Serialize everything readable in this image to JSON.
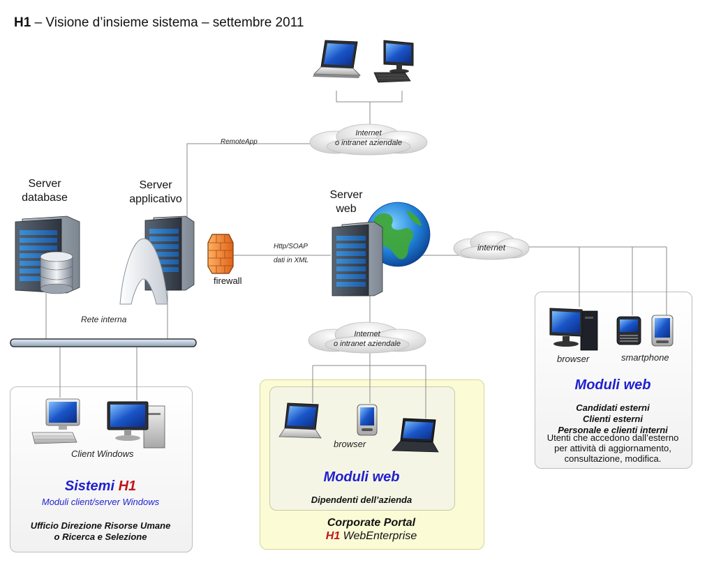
{
  "title": {
    "prefix": "H1",
    "rest": " – Visione d’insieme sistema – settembre 2011"
  },
  "servers": {
    "database": {
      "line1": "Server",
      "line2": "database"
    },
    "applicativo": {
      "line1": "Server",
      "line2": "applicativo"
    },
    "web": {
      "line1": "Server",
      "line2": "web"
    }
  },
  "labels": {
    "firewall": "firewall",
    "remoteapp": "RemoteApp",
    "http_soap": "Http/SOAP",
    "dati_xml": "dati in XML",
    "rete_interna": "Rete interna",
    "internet": "internet",
    "client_windows": "Client Windows",
    "browser_left": "browser",
    "browser_right": "browser",
    "smartphone": "smartphone"
  },
  "clouds": {
    "top": {
      "line1": "Internet",
      "line2": "o intranet aziendale"
    },
    "middle": {
      "line1": "Internet",
      "line2": "o intranet aziendale"
    }
  },
  "panels": {
    "sistemi": {
      "heading_a": "Sistemi ",
      "heading_b": "H1",
      "sub": "Moduli client/server Windows",
      "line1": "Ufficio Direzione Risorse Umane",
      "line2": "o Ricerca e Selezione"
    },
    "corporate": {
      "heading": "Moduli web",
      "sub": "Dipendenti dell’azienda",
      "portal_title": "Corporate Portal",
      "portal_a": "H1",
      "portal_b": " WebEnterprise"
    },
    "external": {
      "heading": "Moduli web",
      "b1": "Candidati esterni",
      "b2": "Clienti esterni",
      "b3": "Personale e clienti interni",
      "p1": "Utenti che accedono dall’esterno",
      "p2": "per attività di aggiornamento,",
      "p3": "consultazione, modifica."
    }
  },
  "colors": {
    "accent_blue": "#1f1fcf",
    "accent_red": "#c0141c",
    "portal_bg": "#fbfbd6"
  }
}
